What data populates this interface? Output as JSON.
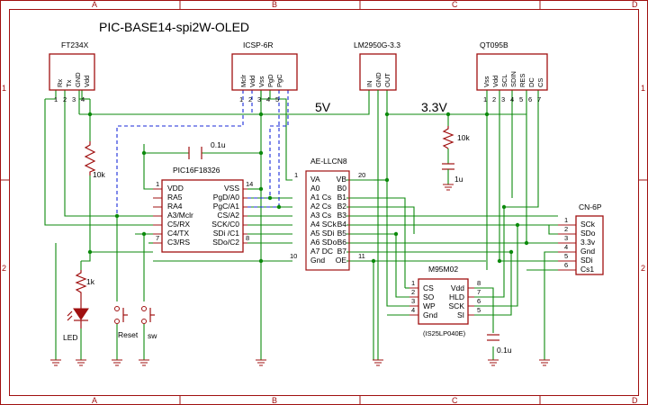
{
  "title": "PIC-BASE14-spi2W-OLED",
  "rails": {
    "v5": "5V",
    "v33": "3.3V"
  },
  "zones": {
    "columns": [
      "A",
      "B",
      "C",
      "D"
    ],
    "rows": [
      "1",
      "2"
    ]
  },
  "ft234x": {
    "name": "FT234X",
    "pins": [
      "Rx",
      "Tx",
      "GND",
      "Vdd"
    ],
    "nums": [
      "1",
      "2",
      "3",
      "4"
    ]
  },
  "icsp": {
    "name": "ICSP-6R",
    "pins": [
      "Mclr",
      "Vdd",
      "Vss",
      "PgD",
      "PgC"
    ],
    "nums": [
      "1",
      "2",
      "3",
      "4",
      "5"
    ]
  },
  "lm2950": {
    "name": "LM2950G-3.3",
    "pins": [
      "IN",
      "GND",
      "OUT"
    ]
  },
  "qt095b": {
    "name": "QT095B",
    "pins": [
      "Vss",
      "Vdd",
      "SCL",
      "SDIN",
      "RES",
      "DC",
      "CS"
    ],
    "nums": [
      "1",
      "2",
      "3",
      "4",
      "5",
      "6",
      "7"
    ]
  },
  "pic": {
    "name": "PIC16F18326",
    "left": [
      "VDD",
      "RA5",
      "RA4",
      "A3/Mclr",
      "C5/RX",
      "C4/TX",
      "C3/RS"
    ],
    "right": [
      "VSS",
      "PgD/A0",
      "PgC/A1",
      "CS/A2",
      "SCK/C0",
      "SDi /C1",
      "SDo/C2"
    ],
    "pin_vdd": "1",
    "pin_c3": "7",
    "pin_vss": "14",
    "pin_c2": "8"
  },
  "buffer": {
    "name": "AE-LLCN8",
    "left": [
      "VA",
      "A0",
      "A1 Cs",
      "A2 Cs",
      "A3 Cs",
      "A4 SCk",
      "A5 SDi",
      "A6 SDo",
      "A7 DC",
      "Gnd"
    ],
    "right": [
      "VB",
      "B0",
      "B1",
      "B2",
      "B3",
      "B4",
      "B5",
      "B6",
      "B7",
      "OE"
    ],
    "pin_va": "1",
    "pin_vb": "20",
    "pin_gnd": "10",
    "pin_oe": "11"
  },
  "cn6p": {
    "name": "CN-6P",
    "pins": [
      "SCk",
      "SDo",
      "3.3v",
      "Gnd",
      "SDi",
      "Cs1"
    ],
    "nums": [
      "1",
      "2",
      "3",
      "4",
      "5",
      "6"
    ]
  },
  "m95": {
    "name": "M95M02",
    "part": "(IS25LP040E)",
    "left": [
      "CS",
      "SO",
      "WP",
      "Gnd"
    ],
    "right": [
      "Vdd",
      "HLD",
      "SCK",
      "SI"
    ],
    "lnums": [
      "1",
      "2",
      "3",
      "4"
    ],
    "rnums": [
      "8",
      "7",
      "6",
      "5"
    ]
  },
  "parts": {
    "c1": "0.1u",
    "c2": "1u",
    "c3": "0.1u",
    "r1": "10k",
    "r2": "10k",
    "r3": "1k",
    "led": "LED",
    "reset": "Reset",
    "sw": "sw"
  }
}
